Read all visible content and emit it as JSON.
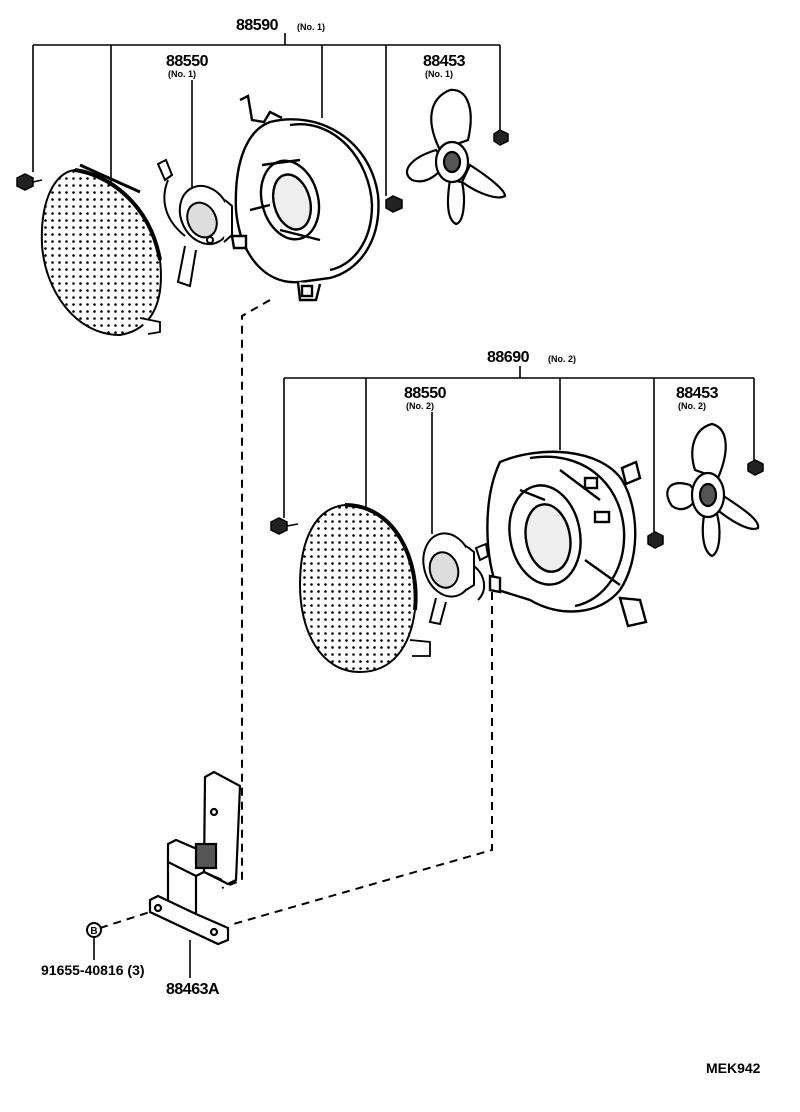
{
  "assembly_1": {
    "part_no": "88590",
    "qualifier": "(No. 1)"
  },
  "motor_1": {
    "part_no": "88550",
    "qualifier": "(No. 1)"
  },
  "fan_1": {
    "part_no": "88453",
    "qualifier": "(No. 1)"
  },
  "assembly_2": {
    "part_no": "88690",
    "qualifier": "(No. 2)"
  },
  "motor_2": {
    "part_no": "88550",
    "qualifier": "(No. 2)"
  },
  "fan_2": {
    "part_no": "88453",
    "qualifier": "(No. 2)"
  },
  "nut": {
    "part_no": "91655-40816",
    "qty": "(3)"
  },
  "bracket": {
    "part_no": "88463A"
  },
  "diagram_code": "MEK942",
  "nut_symbol": "B"
}
